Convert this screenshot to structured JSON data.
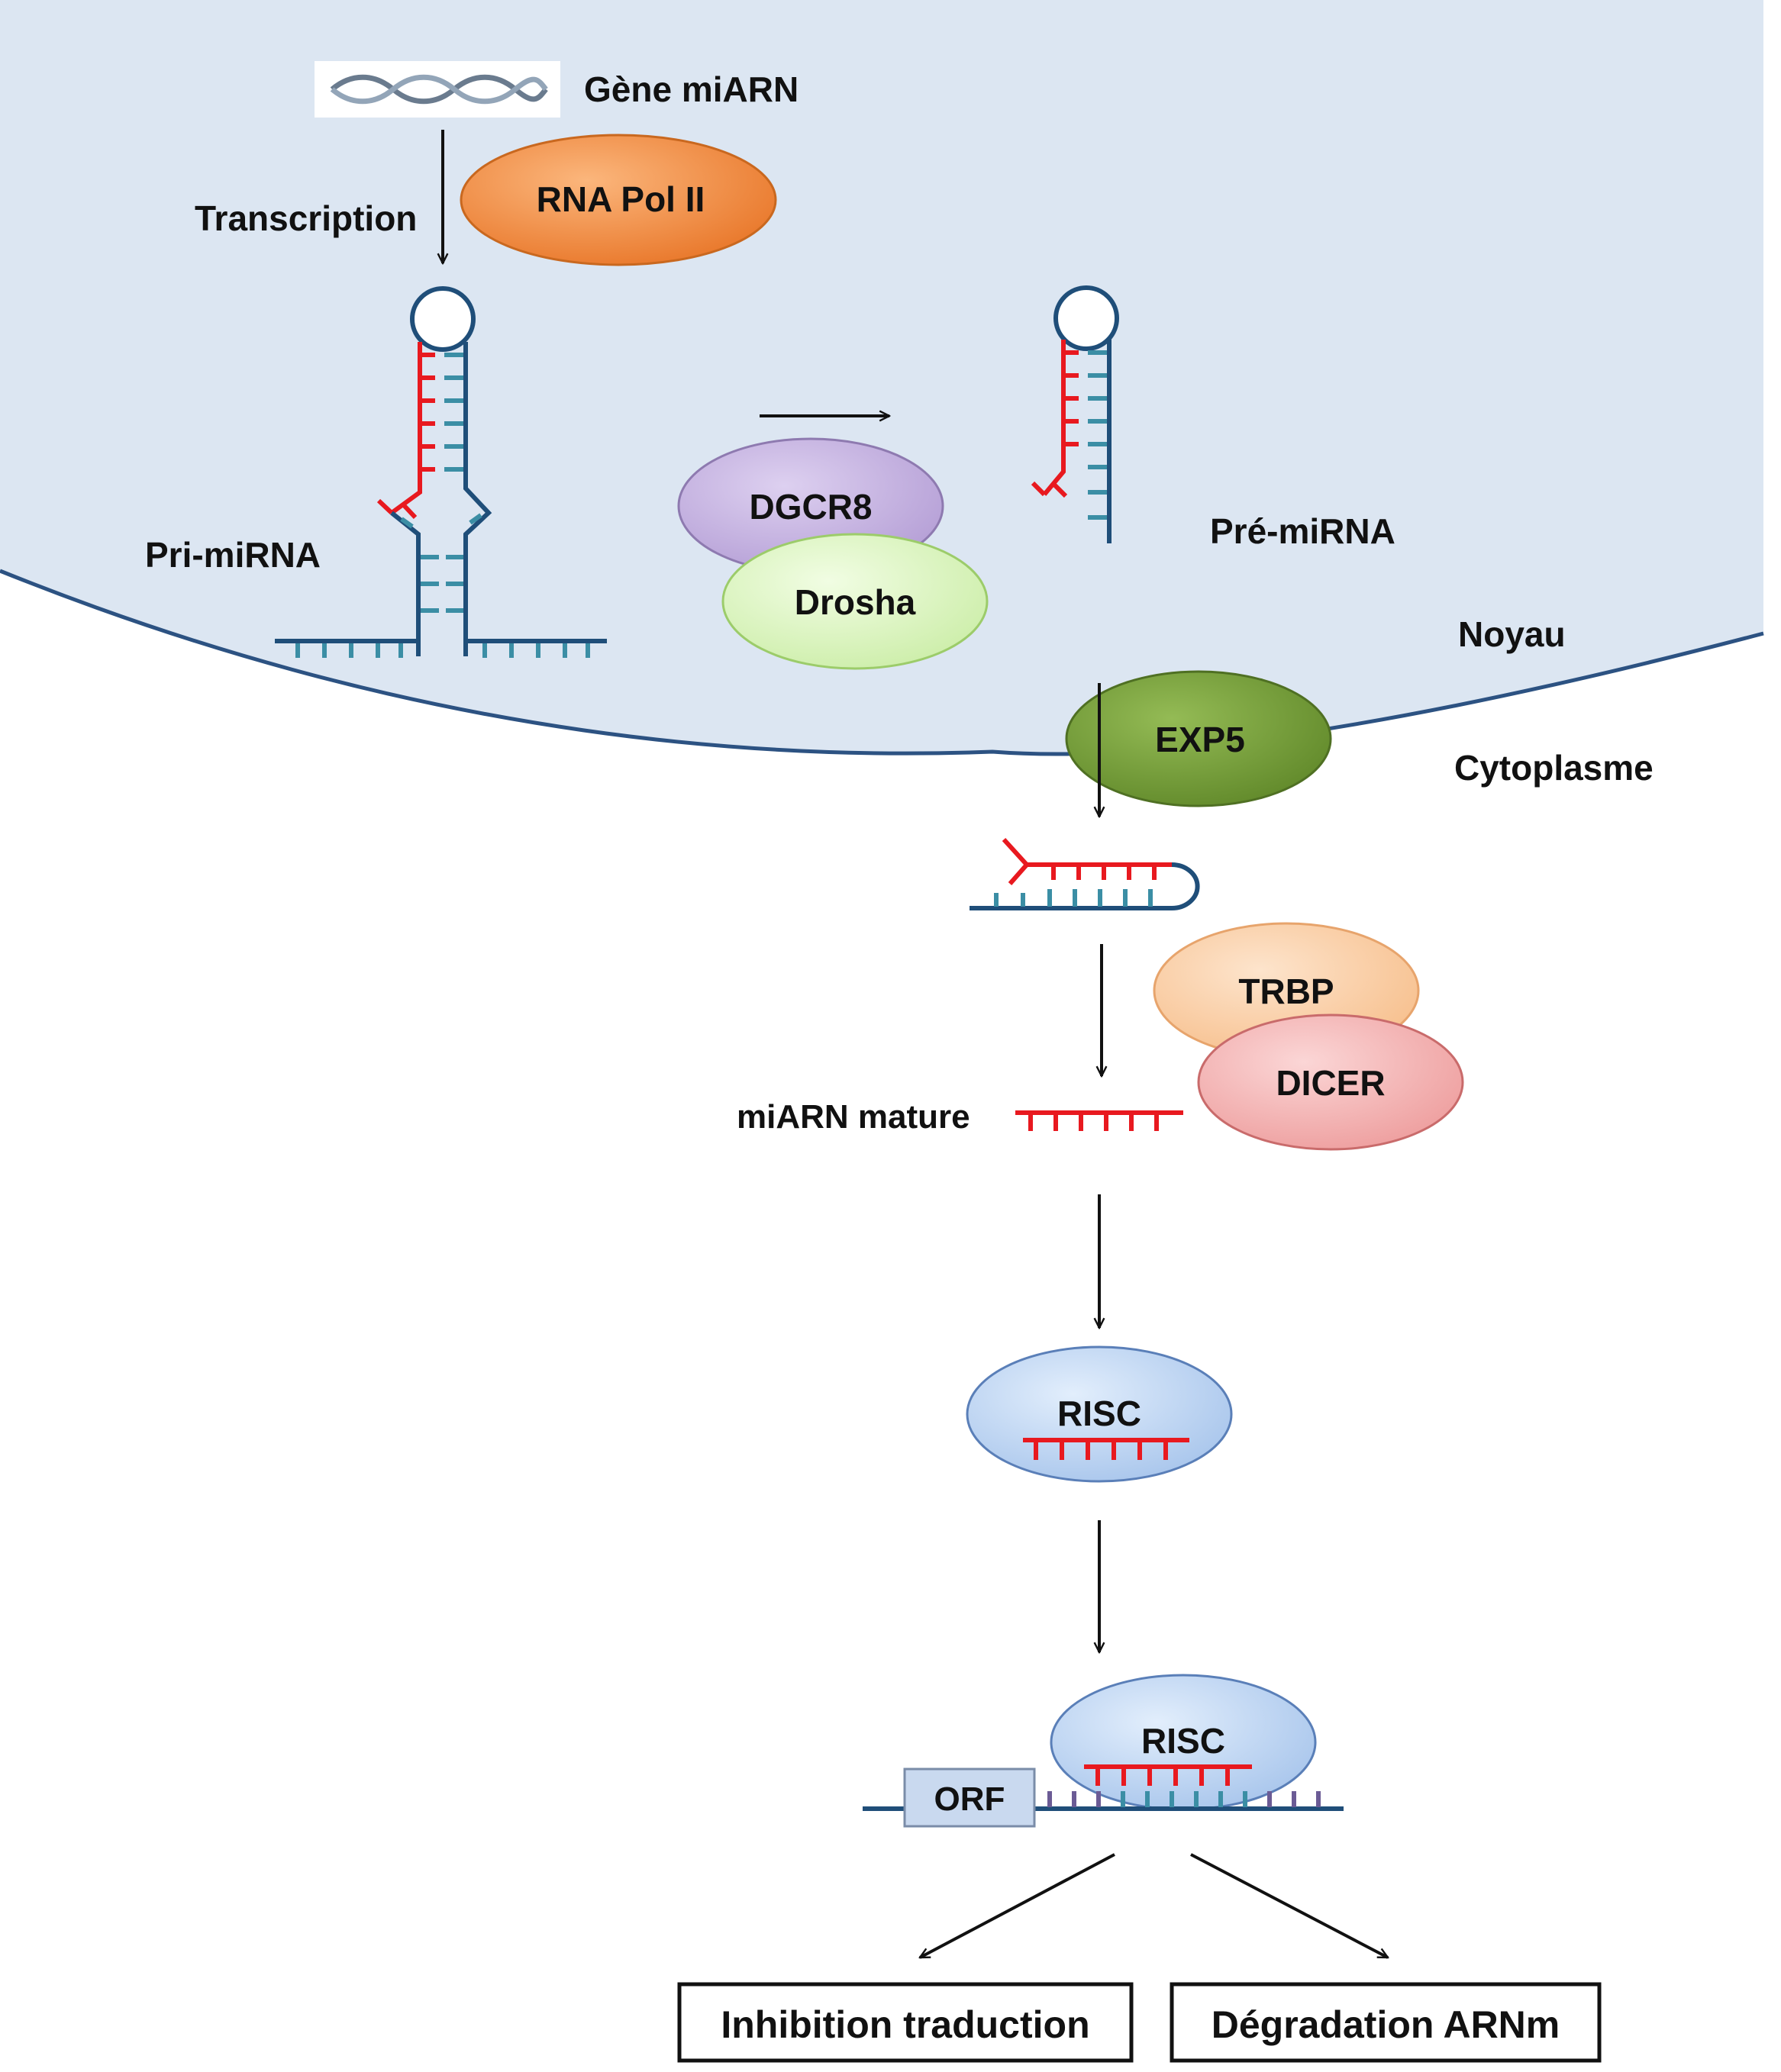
{
  "labels": {
    "gene": "Gène miARN",
    "transcription": "Transcription",
    "pri_mirna": "Pri-miRNA",
    "pre_mirna": "Pré-miRNA",
    "nucleus": "Noyau",
    "cytoplasm": "Cytoplasme",
    "mature_mirna": "miARN mature",
    "orf": "ORF"
  },
  "proteins": {
    "rna_pol": "RNA Pol II",
    "dgcr8": "DGCR8",
    "drosha": "Drosha",
    "exp5": "EXP5",
    "trbp": "TRBP",
    "dicer": "DICER",
    "risc": "RISC",
    "risc_target": "RISC"
  },
  "outcomes": {
    "inhibition": "Inhibition traduction",
    "degradation": "Dégradation ARNm"
  },
  "colors": {
    "nucleus_fill": "#dce6f2",
    "membrane": "#2c5282",
    "rna_backbone": "#1f4e79",
    "mirna_red": "#e8191f",
    "rna_teal": "#3b8ea5",
    "mrna_purple": "#6b5b95",
    "rna_pol": "#f79646",
    "dgcr8": "#c9b6e4",
    "drosha": "#e2f7c8",
    "exp5": "#77a03a",
    "trbp": "#fcd5b4",
    "dicer": "#f2b3b3",
    "risc": "#c5daf5",
    "orf_box": "#c9d9ef"
  }
}
